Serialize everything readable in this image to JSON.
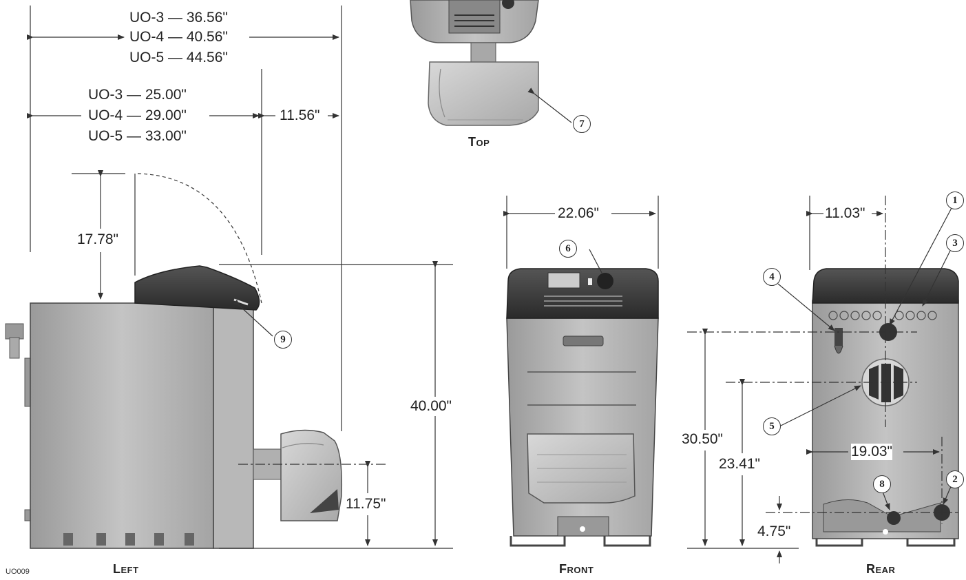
{
  "dimensions": {
    "overall_length": [
      "UO-3 — 36.56\"",
      "UO-4 — 40.56\"",
      "UO-5 — 44.56\""
    ],
    "jacket_length": [
      "UO-3 — 25.00\"",
      "UO-4 — 29.00\"",
      "UO-5 — 33.00\""
    ],
    "burner_projection": "11.56\"",
    "door_swing_clearance": "17.78\"",
    "overall_height": "40.00\"",
    "burner_height": "11.75\"",
    "front_width": "22.06\"",
    "rear_half_width": "11.03\"",
    "rear_leg_width": "19.03\"",
    "supply_height": "30.50\"",
    "flue_height": "23.41\"",
    "return_height": "4.75\""
  },
  "views": {
    "top": "Top",
    "left": "Left",
    "front": "Front",
    "rear": "Rear"
  },
  "callouts": {
    "c1": "1",
    "c2": "2",
    "c3": "3",
    "c4": "4",
    "c5": "5",
    "c6": "6",
    "c7": "7",
    "c8": "8",
    "c9": "9"
  },
  "drawing_id": "UO009",
  "colors": {
    "jacket": "#b5b5b5",
    "jacket_dark": "#8e8e8e",
    "top_cover": "#3a3a3a",
    "line": "#333333"
  }
}
